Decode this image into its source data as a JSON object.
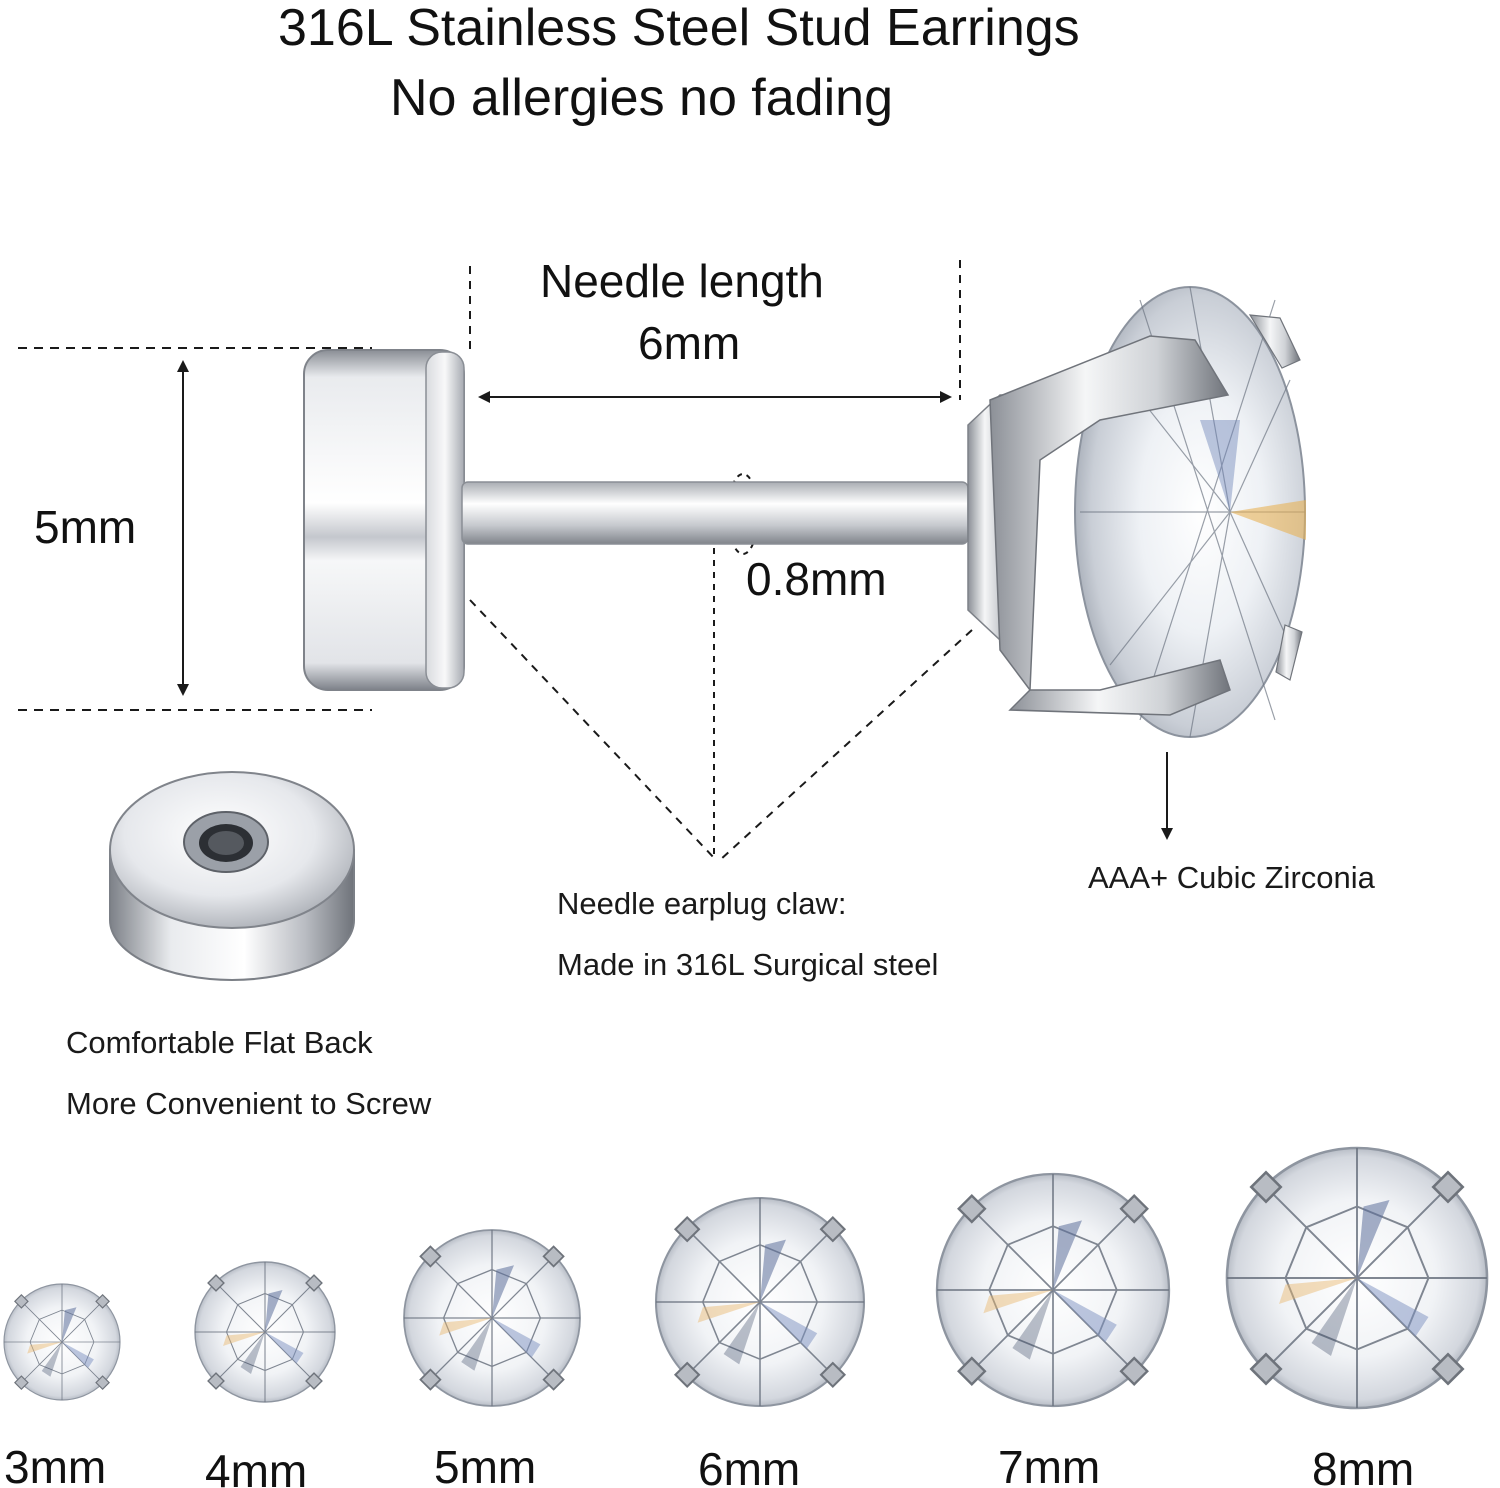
{
  "title": {
    "line1": "316L Stainless Steel Stud Earrings",
    "line2": "No allergies no fading"
  },
  "dimensions": {
    "needle_length_label": "Needle length",
    "needle_length_value": "6mm",
    "back_height": "5mm",
    "needle_diameter": "0.8mm"
  },
  "notes": {
    "claw_line1": "Needle earplug claw:",
    "claw_line2": "Made in 316L Surgical steel",
    "stone": "AAA+ Cubic Zirconia",
    "back_line1": "Comfortable Flat Back",
    "back_line2": "More Convenient to Screw"
  },
  "sizes": [
    {
      "label": "3mm"
    },
    {
      "label": "4mm"
    },
    {
      "label": "5mm"
    },
    {
      "label": "6mm"
    },
    {
      "label": "7mm"
    },
    {
      "label": "8mm"
    }
  ],
  "colors": {
    "steel_light": "#f4f5f7",
    "steel_mid": "#c9ccd2",
    "steel_dark": "#7a7e86",
    "line": "#1a1a1a"
  }
}
